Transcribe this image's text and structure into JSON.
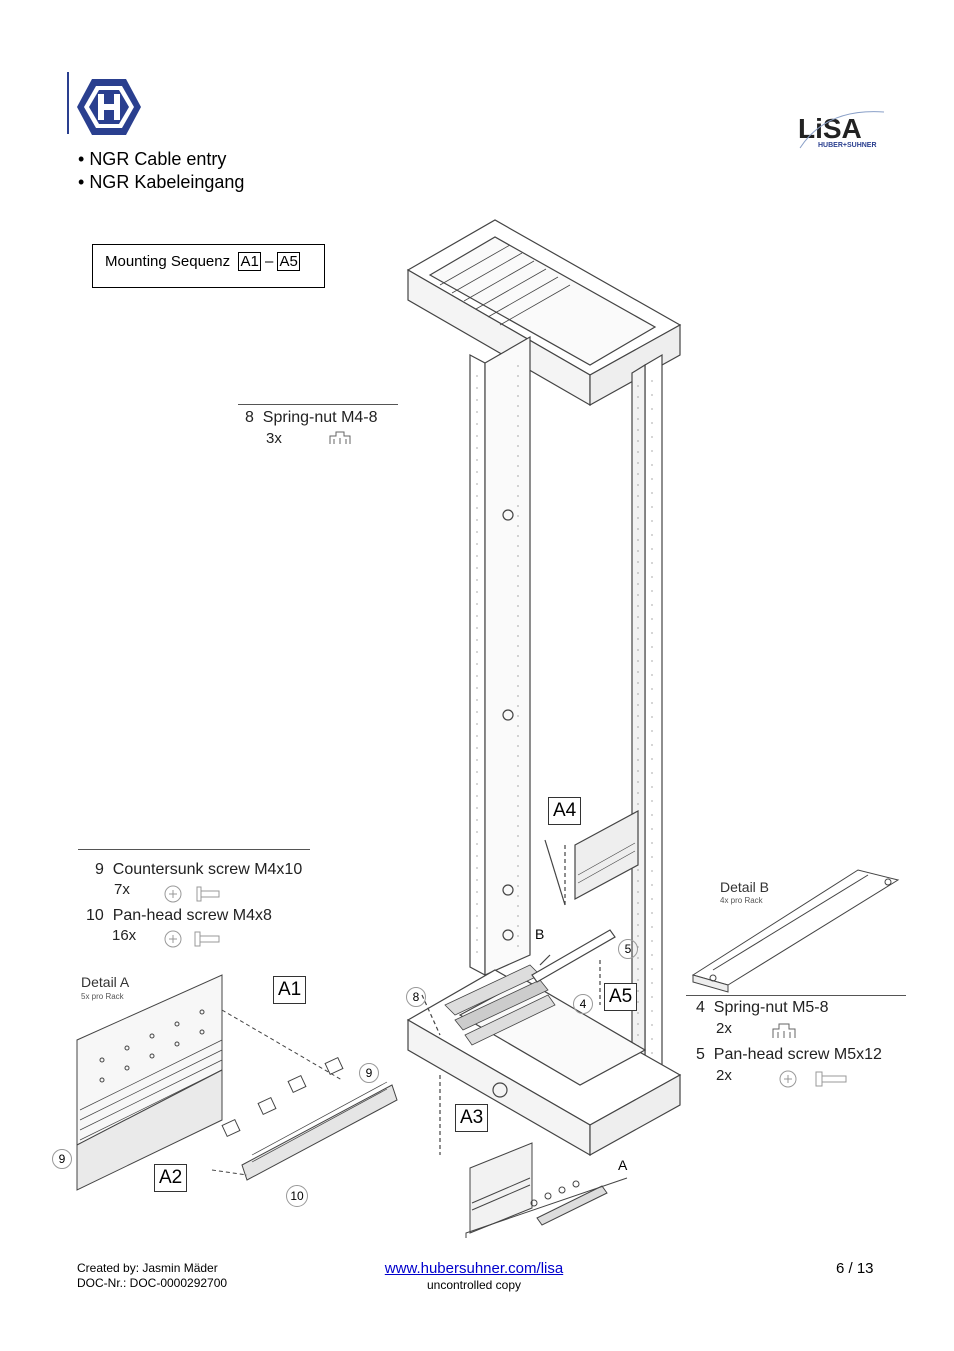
{
  "header": {
    "bullets": [
      "NGR Cable entry",
      "NGR Kabeleingang"
    ],
    "logo_brand_text": "LiSA",
    "logo_brand_sub": "HUBER+SUHNER"
  },
  "sequence_box": {
    "label": "Mounting Sequenz",
    "from": "A1",
    "dash": "–",
    "to": "A5"
  },
  "parts": [
    {
      "num": "8",
      "name": "Spring-nut M4-8",
      "qty": "3x"
    },
    {
      "num": "9",
      "name": "Countersunk screw M4x10",
      "qty": "7x"
    },
    {
      "num": "10",
      "name": "Pan-head screw M4x8",
      "qty": "16x"
    },
    {
      "num": "4",
      "name": "Spring-nut M5-8",
      "qty": "2x"
    },
    {
      "num": "5",
      "name": "Pan-head screw M5x12",
      "qty": "2x"
    }
  ],
  "details": {
    "a": {
      "title": "Detail A",
      "sub": "5x pro Rack"
    },
    "b": {
      "title": "Detail B",
      "sub": "4x pro Rack"
    }
  },
  "callouts": {
    "a1": "A1",
    "a2": "A2",
    "a3": "A3",
    "a4": "A4",
    "a5": "A5",
    "letter_a": "A",
    "letter_b": "B",
    "n8": "8",
    "n9a": "9",
    "n9b": "9",
    "n10": "10",
    "n4": "4",
    "n5": "5"
  },
  "footer": {
    "created": "Created by: Jasmin Mäder",
    "doc": "DOC-Nr.: DOC-0000292700",
    "link": "www.hubersuhner.com/lisa",
    "uncontrolled": "uncontrolled copy",
    "page": "6 / 13"
  },
  "colors": {
    "logo_blue": "#2a3f8f",
    "link_blue": "#0000cc",
    "drawing_gray": "#555555"
  }
}
